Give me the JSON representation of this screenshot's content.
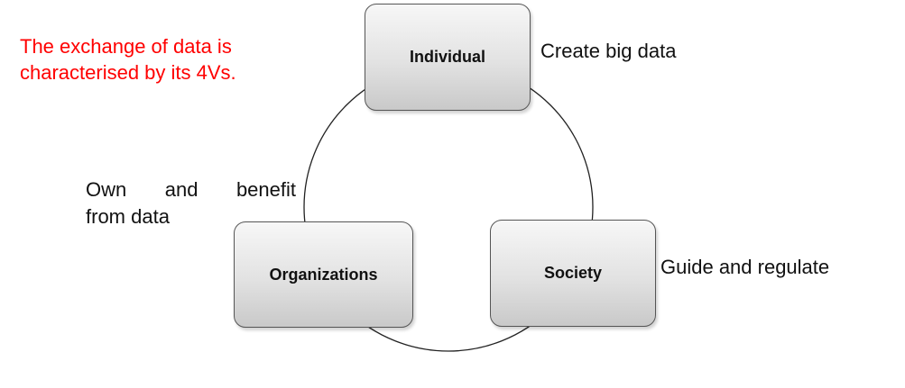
{
  "heading": {
    "line1": "The exchange of data is",
    "line2": "characterised by its 4Vs.",
    "color": "#ff0000"
  },
  "nodes": {
    "individual": "Individual",
    "organizations": "Organizations",
    "society": "Society"
  },
  "annotations": {
    "create": "Create big data",
    "guide": "Guide and regulate",
    "own_words": [
      "Own",
      "and",
      "benefit"
    ],
    "own_line2": "from data"
  }
}
